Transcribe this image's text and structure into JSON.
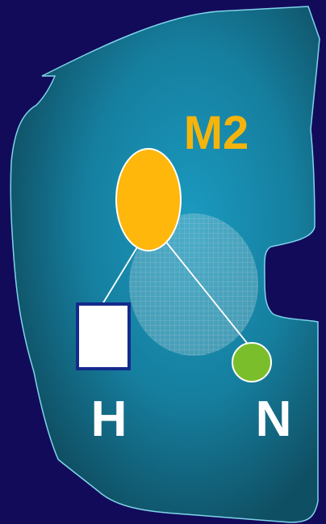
{
  "colors": {
    "background": "#120b5a",
    "panel_center": "#1a9ac0",
    "panel_edge": "#0f4f63",
    "panel_border": "#7fd4ea",
    "m2_fill": "#ffb70c",
    "m2_stroke": "#ffffff",
    "m2_label": "#f5b40c",
    "h_fill": "#ffffff",
    "h_border": "#142a8c",
    "n_fill": "#7bbe2c",
    "bond": "#ffffff",
    "mesh": "#b8cfd8",
    "node_label": "#ffffff"
  },
  "labels": {
    "m2": "M2",
    "h": "H",
    "n": "N"
  }
}
